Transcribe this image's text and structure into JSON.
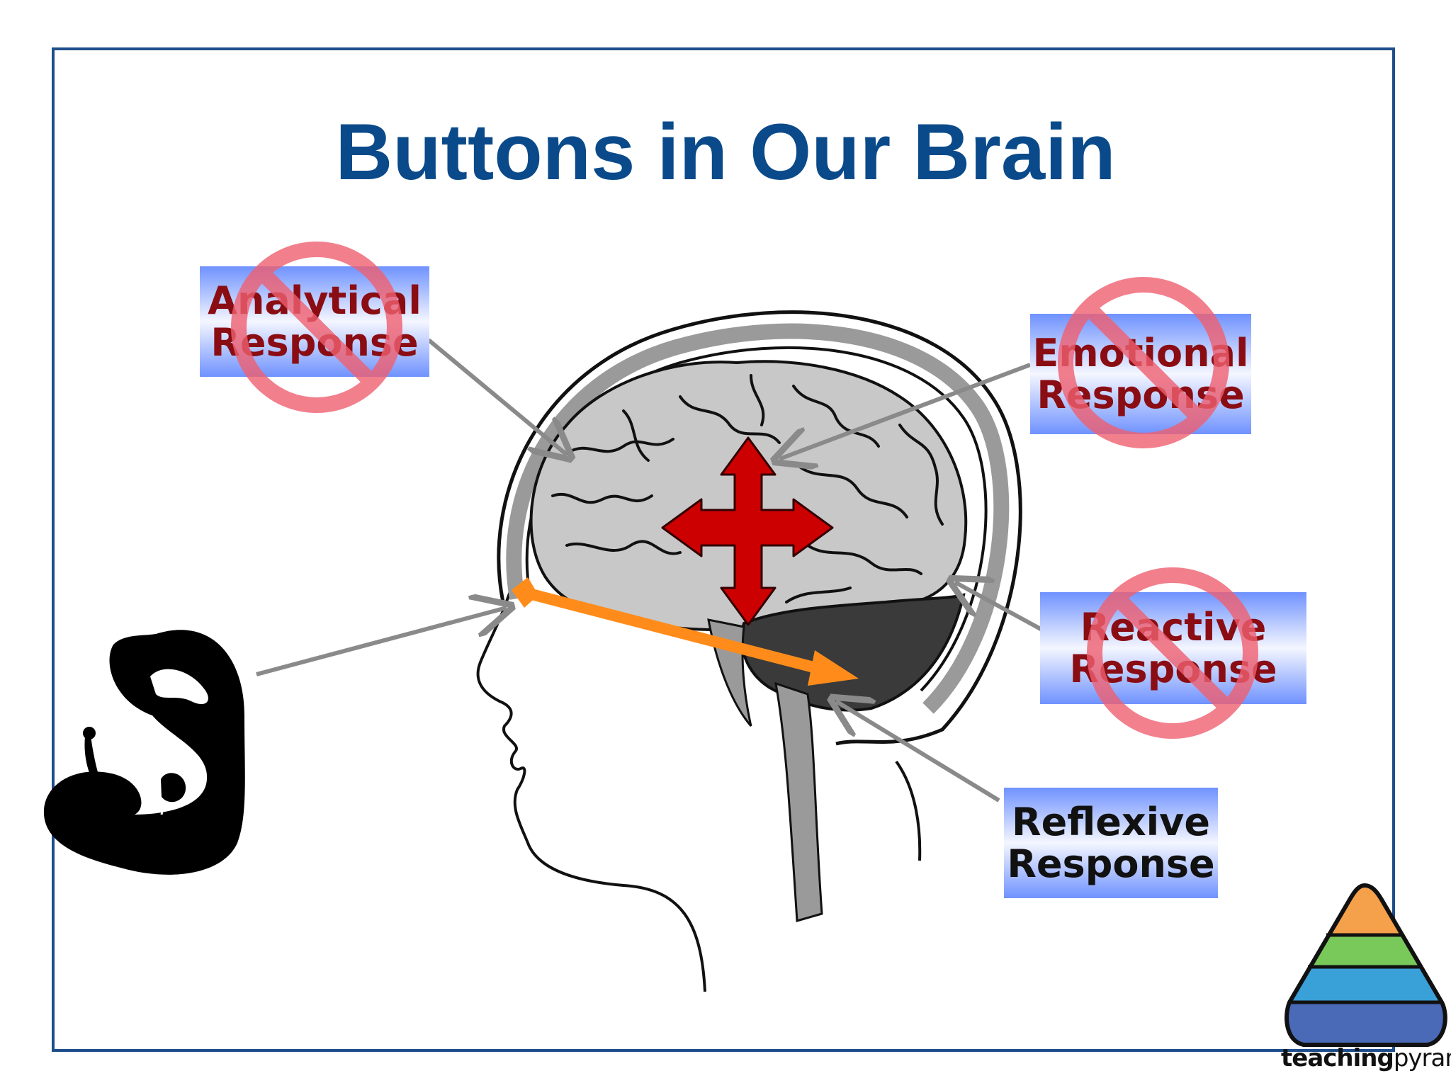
{
  "slide": {
    "title": "Buttons in Our Brain"
  },
  "labels": {
    "analytical": [
      "Analytical",
      "Response"
    ],
    "emotional": [
      "Emotional",
      "Response"
    ],
    "reactive": [
      "Reactive",
      "Response"
    ],
    "reflexive": [
      "Reflexive",
      "Response"
    ]
  },
  "logo": {
    "word1": "teaching",
    "word2": "pyramid"
  },
  "colors": {
    "title": "#0b4a8a",
    "frame": "#1f4e8c",
    "brain": "#c8c8c8",
    "cerebellum": "#3a3a3a",
    "red_cross": "#cc0000",
    "orange_arrow": "#ff8c1a",
    "prohibition": "#f06070",
    "pyramid_top": "#f5a04a",
    "pyramid_second": "#78c85a",
    "pyramid_third": "#3aa0d8",
    "pyramid_base": "#4a6ab8"
  }
}
